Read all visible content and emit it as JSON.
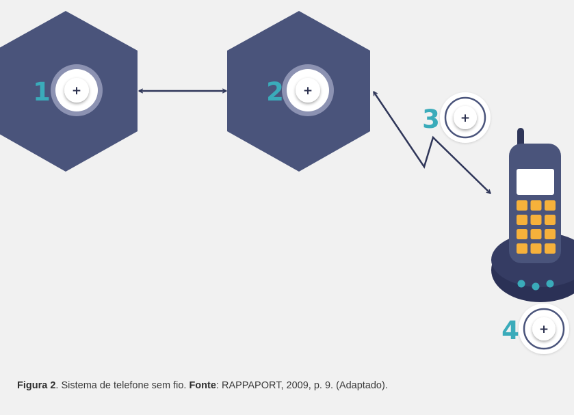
{
  "colors": {
    "background": "#f1f1f1",
    "hexagon": "#4a547b",
    "arrow": "#2f3659",
    "number": "#3aabba",
    "phone_body": "#4a547b",
    "phone_base": "#353c63",
    "phone_key": "#f6b13b",
    "phone_screen": "#ffffff",
    "phone_base_lights": "#3aabba"
  },
  "markers": [
    {
      "number": "1",
      "icon": "plus-icon",
      "label": "+"
    },
    {
      "number": "2",
      "icon": "plus-icon",
      "label": "+"
    },
    {
      "number": "3",
      "icon": "plus-icon",
      "label": "+"
    },
    {
      "number": "4",
      "icon": "plus-icon",
      "label": "+"
    }
  ],
  "caption": {
    "figure_label": "Figura 2",
    "figure_text": ". Sistema de telefone sem fio. ",
    "source_label": "Fonte",
    "source_text": ": RAPPAPORT, 2009, p. 9. (Adaptado)."
  }
}
